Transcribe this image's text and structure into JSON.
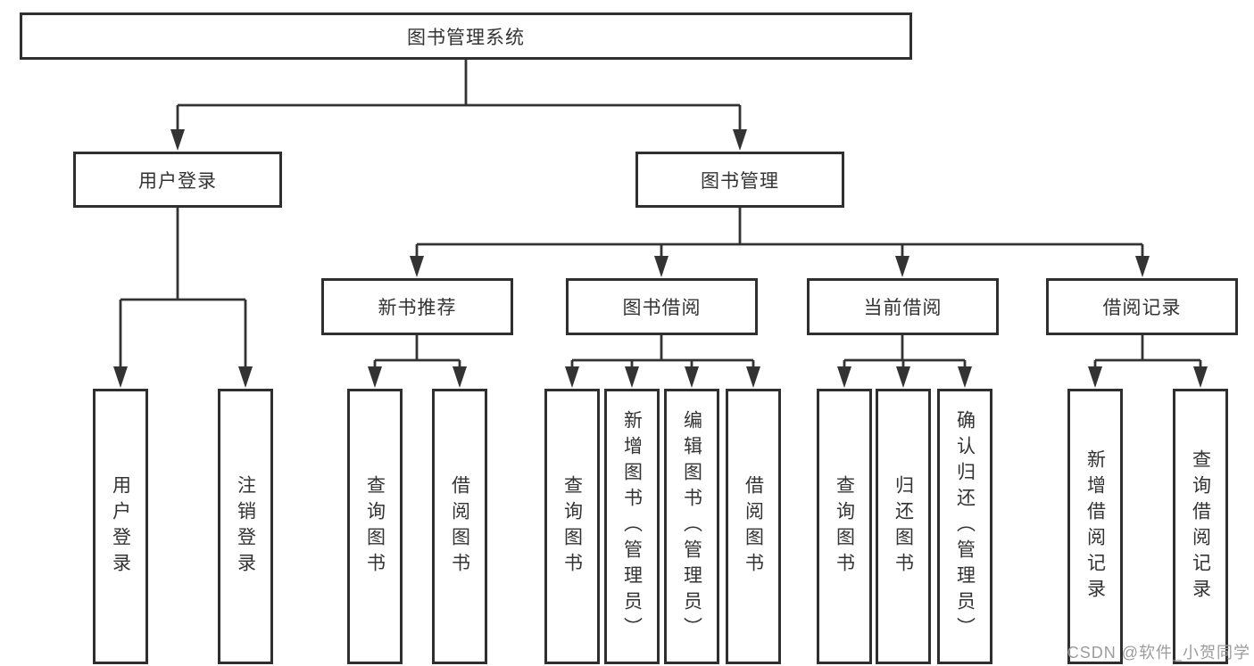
{
  "tree": {
    "label": "图书管理系统",
    "children": [
      {
        "label": "用户登录",
        "children": [
          {
            "label": "用户登录"
          },
          {
            "label": "注销登录"
          }
        ]
      },
      {
        "label": "图书管理",
        "children": [
          {
            "label": "新书推荐",
            "children": [
              {
                "label": "查询图书"
              },
              {
                "label": "借阅图书"
              }
            ]
          },
          {
            "label": "图书借阅",
            "children": [
              {
                "label": "查询图书"
              },
              {
                "label": "新增图书（管理员）"
              },
              {
                "label": "编辑图书（管理员）"
              },
              {
                "label": "借阅图书"
              }
            ]
          },
          {
            "label": "当前借阅",
            "children": [
              {
                "label": "查询图书"
              },
              {
                "label": "归还图书"
              },
              {
                "label": "确认归还（管理员）"
              }
            ]
          },
          {
            "label": "借阅记录",
            "children": [
              {
                "label": "新增借阅记录"
              },
              {
                "label": "查询借阅记录"
              }
            ]
          }
        ]
      }
    ]
  },
  "watermark": "CSDN @软件_小贺同学",
  "colors": {
    "line": "#333333",
    "border": "#2f2f2f",
    "text": "#333333",
    "watermark": "#9c9c9c",
    "background": "#ffffff"
  }
}
